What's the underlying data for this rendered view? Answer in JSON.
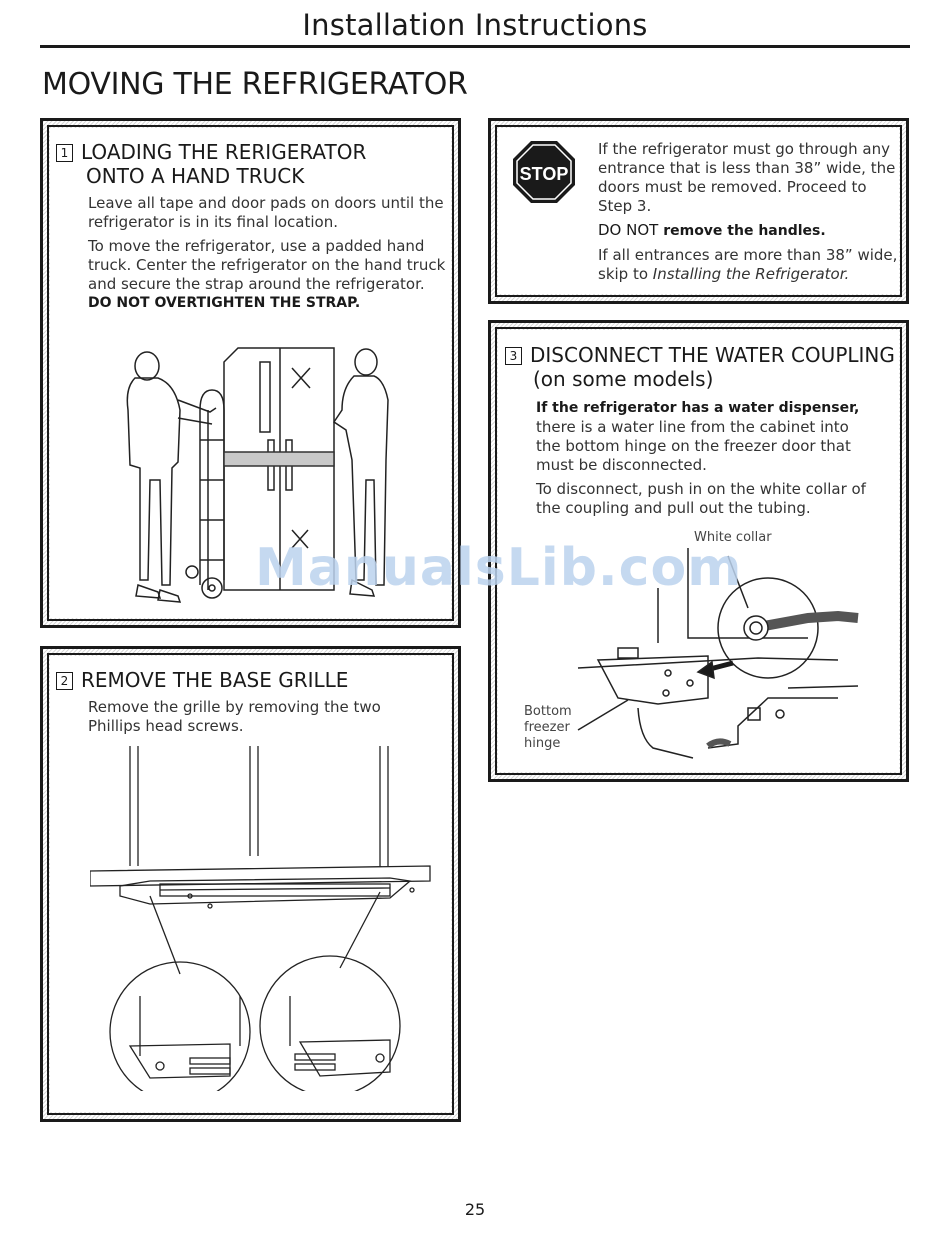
{
  "header": {
    "title": "Installation Instructions"
  },
  "section_title": "MOVING THE REFRIGERATOR",
  "step1": {
    "number": "1",
    "title_line1": "LOADING THE RERIGERATOR",
    "title_line2": "ONTO A HAND TRUCK",
    "p1": "Leave all tape and door pads on doors until the refrigerator is in its final location.",
    "p2": "To move the refrigerator, use a padded hand truck. Center the refrigerator on the hand truck and secure the strap around the refrigerator.",
    "p3": "DO NOT OVERTIGHTEN THE STRAP."
  },
  "stop_box": {
    "sign_text": "STOP",
    "p1": "If the refrigerator must go through any entrance that is less than 38” wide, the doors must be removed. Proceed to Step 3.",
    "p2_bold": "DO NOT",
    "p2_rest": " remove the handles.",
    "p3_prefix": "If all entrances are more than 38” wide, skip to ",
    "p3_link": "Installing the Refrigerator."
  },
  "step2": {
    "number": "2",
    "title": "REMOVE THE BASE GRILLE",
    "p1": "Remove the grille by removing the two Phillips head screws."
  },
  "step3": {
    "number": "3",
    "title_line1": "DISCONNECT THE WATER COUPLING",
    "title_line2": "(on some models)",
    "p1_bold": "If the refrigerator has a water dispenser,",
    "p1_rest": "there is a water line from the cabinet into the bottom hinge on the freezer door that must be disconnected.",
    "p2": "To disconnect, push in on the white collar of the coupling and pull out the tubing.",
    "label_collar": "White collar",
    "label_hinge_1": "Bottom",
    "label_hinge_2": "freezer",
    "label_hinge_3": "hinge"
  },
  "watermark": "ManualsLib.com",
  "page_number": "25"
}
